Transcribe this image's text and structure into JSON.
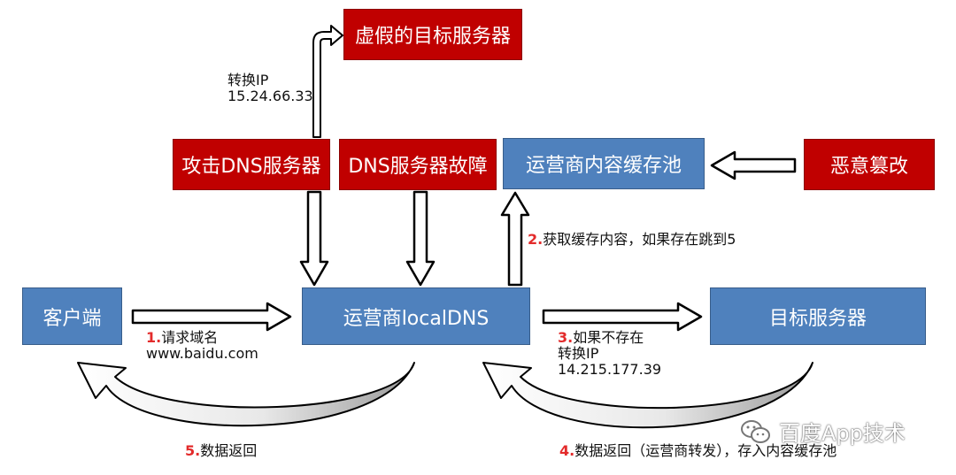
{
  "nodes": {
    "fake_server": "虚假的目标服务器",
    "attack_dns": "攻击DNS服务器",
    "dns_fault": "DNS服务器故障",
    "cache_pool": "运营商内容缓存池",
    "tamper": "恶意篡改",
    "client": "客户端",
    "local_dns": "运营商localDNS",
    "target_server": "目标服务器"
  },
  "labels": {
    "switch_ip": {
      "line1": "转换IP",
      "line2": "15.24.66.33"
    },
    "step1": {
      "num": "1.",
      "text": "请求域名",
      "line2": "www.baidu.com"
    },
    "step2": {
      "num": "2.",
      "text": "获取缓存内容，如果存在跳到5"
    },
    "step3": {
      "num": "3.",
      "text": "如果不存在",
      "line2": "转换IP",
      "line3": "14.215.177.39"
    },
    "step4": {
      "num": "4.",
      "text": "数据返回（运营商转发），存入内容缓存池"
    },
    "step5": {
      "num": "5.",
      "text": "数据返回"
    }
  },
  "watermark": {
    "text": "百度App技术",
    "icon": "wechat-icon"
  },
  "colors": {
    "red": "#c00000",
    "blue": "#4f81bd",
    "step_number": "#e32b2b"
  }
}
